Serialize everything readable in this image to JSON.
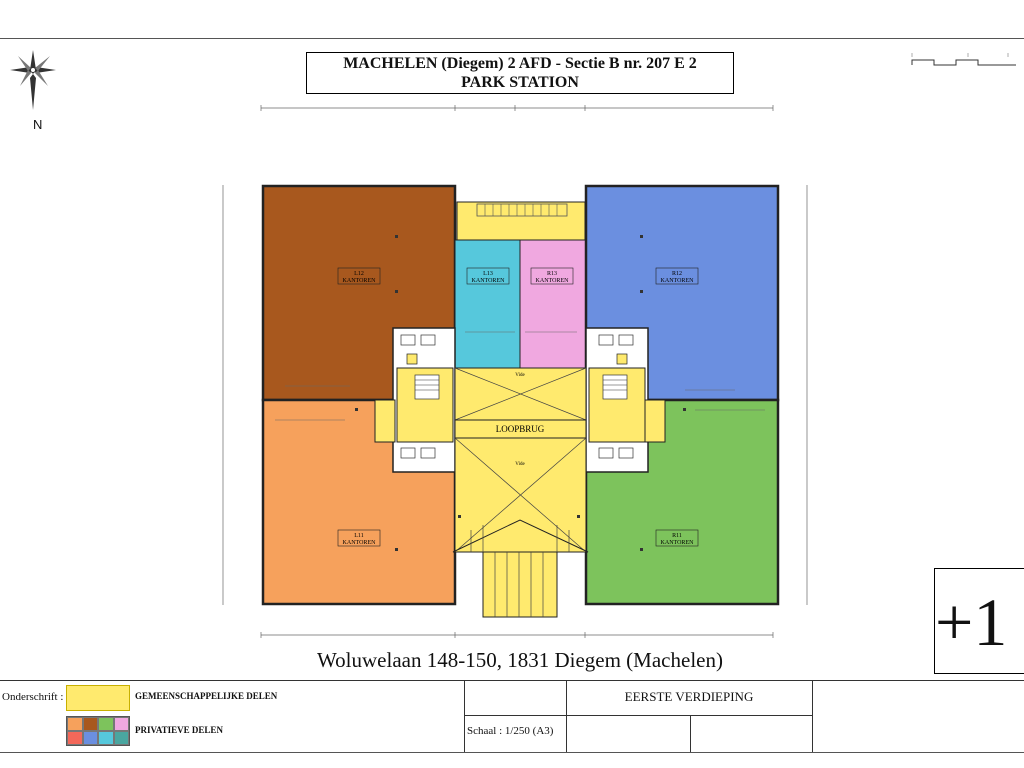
{
  "title": {
    "line1": "MACHELEN (Diegem) 2 AFD - Sectie B nr. 207 E 2",
    "line2": "PARK STATION"
  },
  "compass": {
    "label": "N",
    "icon": "compass-rose-icon"
  },
  "level": "+1",
  "address": "Woluwelaan 148-150, 1831 Diegem (Machelen)",
  "legend": {
    "caption": "Onderschrift :",
    "common_label": "GEMEENSCHAPPELIJKE DELEN",
    "private_label": "PRIVATIEVE DELEN",
    "common_color": "#ffea6e",
    "private_colors": [
      "#f6a15c",
      "#a8581e",
      "#7dc35c",
      "#f0a8e0",
      "#f4685a",
      "#6b8fe0",
      "#56c8dc",
      "#4aa6a0"
    ]
  },
  "floor_name": "EERSTE VERDIEPING",
  "scale": "Schaal : 1/250 (A3)",
  "units": [
    {
      "id": "L12",
      "name": "L12",
      "type": "KANTOREN",
      "color": "#a8581e"
    },
    {
      "id": "L13",
      "name": "L13",
      "type": "KANTOREN",
      "color": "#56c8dc"
    },
    {
      "id": "R13",
      "name": "R13",
      "type": "KANTOREN",
      "color": "#f0a8e0"
    },
    {
      "id": "R12",
      "name": "R12",
      "type": "KANTOREN",
      "color": "#6b8fe0"
    },
    {
      "id": "L11",
      "name": "L11",
      "type": "KANTOREN",
      "color": "#f6a15c"
    },
    {
      "id": "R11",
      "name": "R11",
      "type": "KANTOREN",
      "color": "#7dc35c"
    }
  ],
  "common_areas": {
    "bridge": "LOOPBRUG",
    "void1": "Vide",
    "void2": "Vide"
  }
}
